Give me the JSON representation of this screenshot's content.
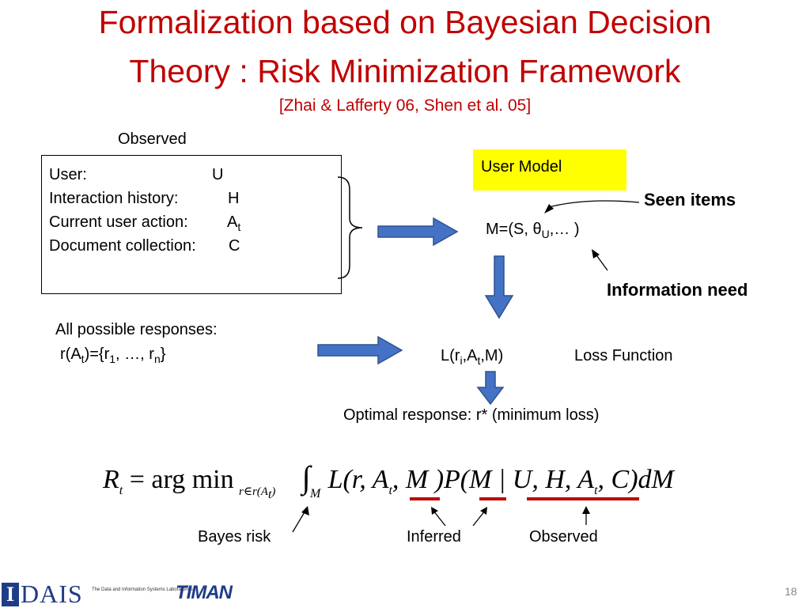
{
  "title": {
    "line1": "Formalization based on Bayesian Decision",
    "line2": "Theory : Risk Minimization Framework",
    "citation": "[Zhai & Lafferty 06, Shen et al. 05]"
  },
  "observed_label": "Observed",
  "observed_box": {
    "rows": [
      {
        "label": "User:",
        "value": "U"
      },
      {
        "label": "Interaction history:",
        "value": "H"
      },
      {
        "label": "Current user action:",
        "value": "A",
        "sub": "t"
      },
      {
        "label": "Document collection:",
        "value": "C"
      }
    ]
  },
  "user_model": {
    "label": "User Model",
    "model_prefix": "M=(S, ",
    "theta": "θ",
    "theta_sub": "U",
    "model_suffix": ",… )",
    "seen_items": "Seen items",
    "information_need": "Information need"
  },
  "responses": {
    "line1": "All possible responses:",
    "line2_prefix": "r(A",
    "line2_sub": "t",
    "line2_mid": ")={r",
    "r1_sub": "1",
    "line2_mid2": ", …, r",
    "rn_sub": "n",
    "line2_end": "}"
  },
  "loss": {
    "prefix": "L(r",
    "sub_i": "i",
    "mid": ",A",
    "sub_t": "t",
    "end": ",M)",
    "label": "Loss Function"
  },
  "optimal_response": "Optimal response: r* (minimum loss)",
  "formula": {
    "lhs": "R",
    "lhs_sub": "t",
    "eq": " = arg min",
    "argmin_sub": "r∈r(A",
    "argmin_sub_t": "t",
    "argmin_sub_end": ")",
    "integral": "∫",
    "integral_sub": "M",
    "body1": "L(r, A",
    "body1_sub": "t",
    "body2": ", M )P(M | U, H, A",
    "body2_sub": "t",
    "body3": ", C)dM"
  },
  "annotations": {
    "bayes_risk": "Bayes risk",
    "inferred": "Inferred",
    "observed": "Observed"
  },
  "footer": {
    "logo_dais": "DAIS",
    "logo_i": "I",
    "logo_small1": "The Data and Information Systems Laboratories",
    "logo_timan": "TIMAN",
    "page_number": "18"
  },
  "colors": {
    "title": "#c00000",
    "accent_red": "#c00000",
    "arrow_fill": "#4472c4",
    "arrow_stroke": "#2f528f",
    "highlight": "#ffff00"
  }
}
